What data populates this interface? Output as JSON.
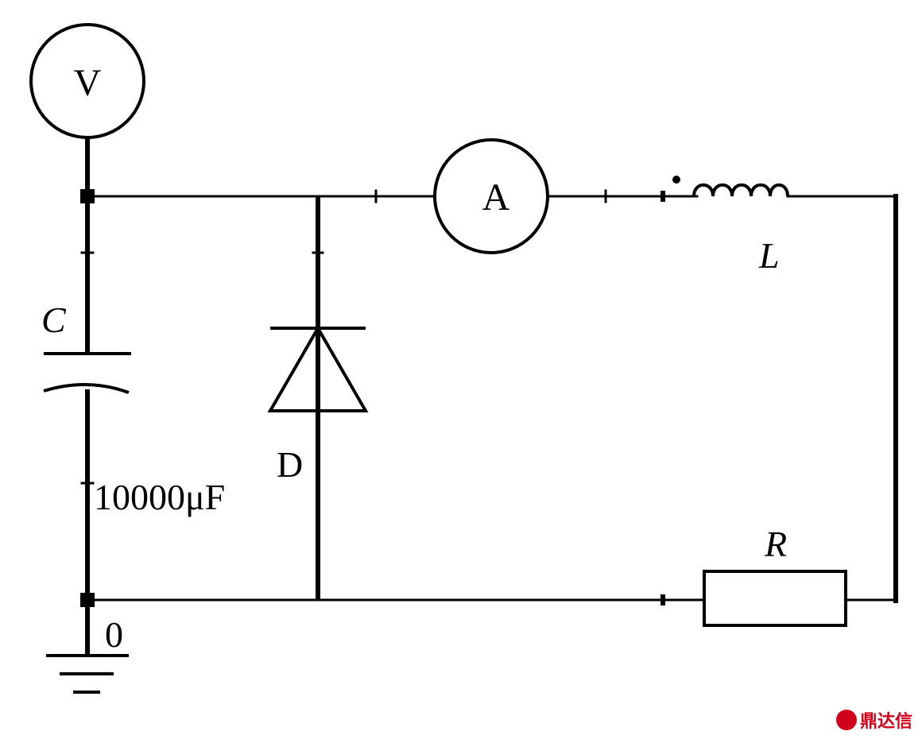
{
  "diagram": {
    "voltmeter_label": "V",
    "ammeter_label": "A",
    "capacitor_label": "C",
    "capacitor_value": "10000μF",
    "diode_label": "D",
    "inductor_label": "L",
    "resistor_label": "R",
    "ground_node_label": "0"
  },
  "watermark": {
    "text": "鼎达信"
  }
}
